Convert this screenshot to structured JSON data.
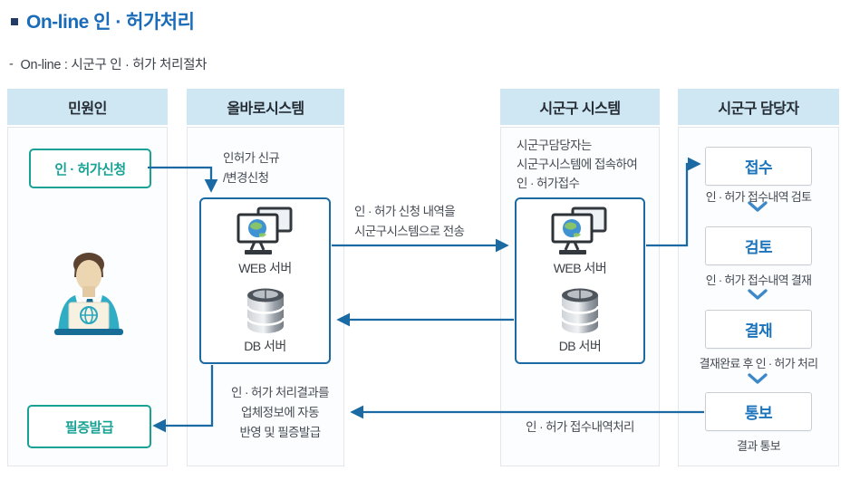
{
  "title": {
    "bullet_icon": "square-bullet",
    "text": "On-line 인 · 허가처리"
  },
  "subtitle": {
    "dash": "-",
    "text": "On-line : 시군구 인 · 허가 처리절차"
  },
  "columns": {
    "petitioner": "민원인",
    "allbaro": "올바로시스템",
    "sigungu_system": "시군구 시스템",
    "sigungu_manager": "시군구 담당자"
  },
  "petitioner": {
    "apply_box": "인 · 허가신청",
    "issue_box": "필증발급",
    "person_icon": "person-at-laptop-icon"
  },
  "allbaro": {
    "note_top": [
      "인허가 신규",
      "/변경신청"
    ],
    "web_server_label": "WEB 서버",
    "db_server_label": "DB 서버",
    "note_bottom": [
      "인 · 허가 처리결과를",
      "업체정보에 자동",
      "반영 및 필증발급"
    ]
  },
  "sigungu_system": {
    "note_top": [
      "시군구담당자는",
      "시군구시스템에 접속하여",
      "인 · 허가접수"
    ],
    "web_server_label": "WEB 서버",
    "db_server_label": "DB 서버",
    "note_bottom": "인 · 허가 접수내역처리"
  },
  "manager": {
    "steps": [
      {
        "label": "접수",
        "caption": "인 · 허가 접수내역 검토"
      },
      {
        "label": "검토",
        "caption": "인 · 허가 접수내역 결재"
      },
      {
        "label": "결재",
        "caption": "결재완료 후 인 · 허가 처리"
      },
      {
        "label": "통보",
        "caption": "결과 통보"
      }
    ]
  },
  "flow_labels": {
    "send_to_sigungu": [
      "인 · 허가 신청 내역을",
      "시군구시스템으로 전송"
    ]
  },
  "colors": {
    "title_blue": "#1a6cb8",
    "header_bg": "#cee7f2",
    "arrow_blue": "#1b6aa4",
    "teal_accent": "#17a295",
    "step_text_blue": "#1b74bb",
    "chevron_blue": "#3d88c9"
  }
}
